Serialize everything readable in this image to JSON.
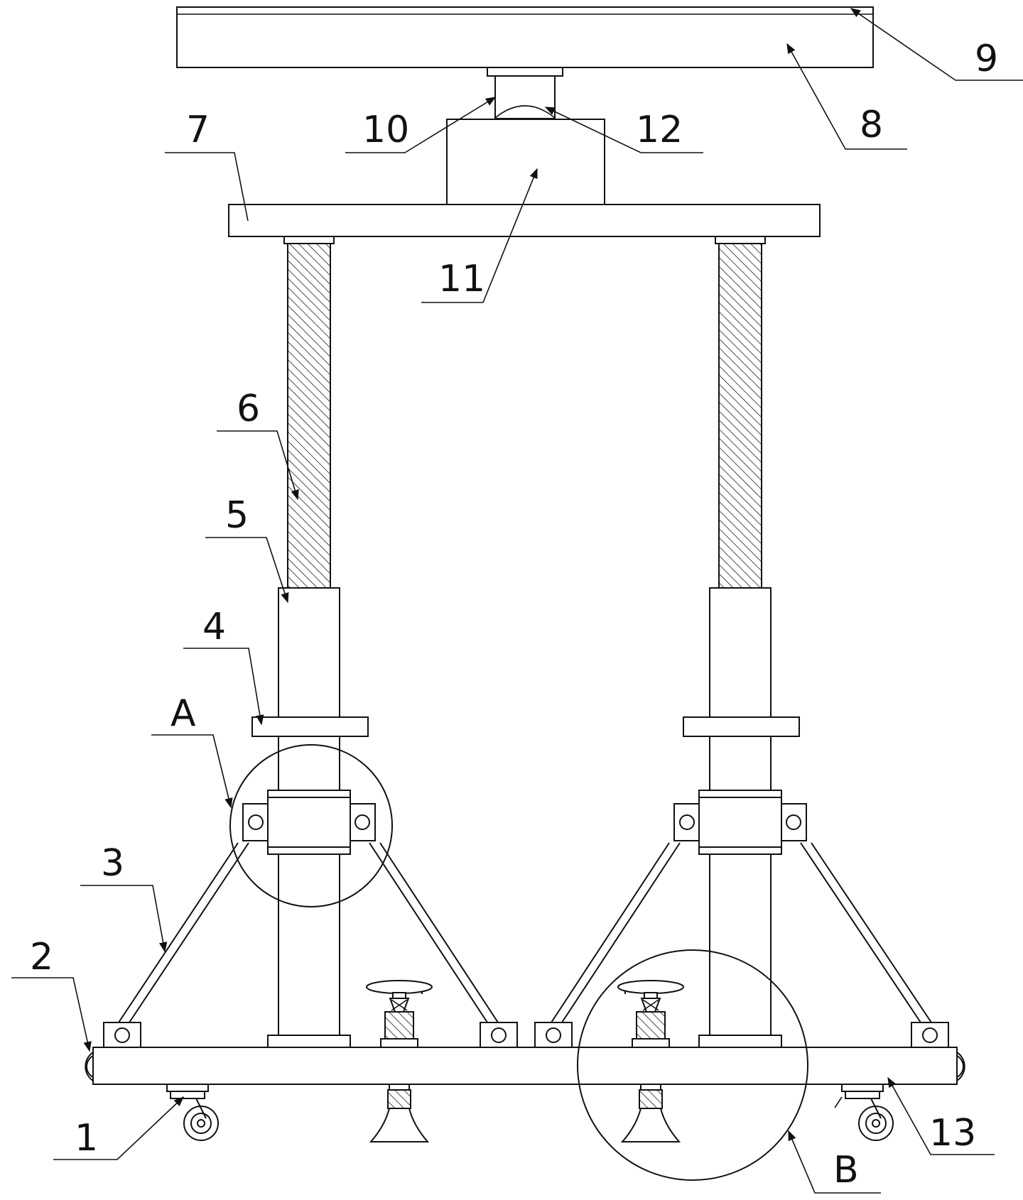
{
  "callouts": [
    {
      "id": "1",
      "text": "1"
    },
    {
      "id": "2",
      "text": "2"
    },
    {
      "id": "3",
      "text": "3"
    },
    {
      "id": "4",
      "text": "4"
    },
    {
      "id": "5",
      "text": "5"
    },
    {
      "id": "6",
      "text": "6"
    },
    {
      "id": "7",
      "text": "7"
    },
    {
      "id": "8",
      "text": "8"
    },
    {
      "id": "9",
      "text": "9"
    },
    {
      "id": "10",
      "text": "10"
    },
    {
      "id": "11",
      "text": "11"
    },
    {
      "id": "12",
      "text": "12"
    },
    {
      "id": "13",
      "text": "13"
    },
    {
      "id": "A",
      "text": "A"
    },
    {
      "id": "B",
      "text": "B"
    }
  ]
}
